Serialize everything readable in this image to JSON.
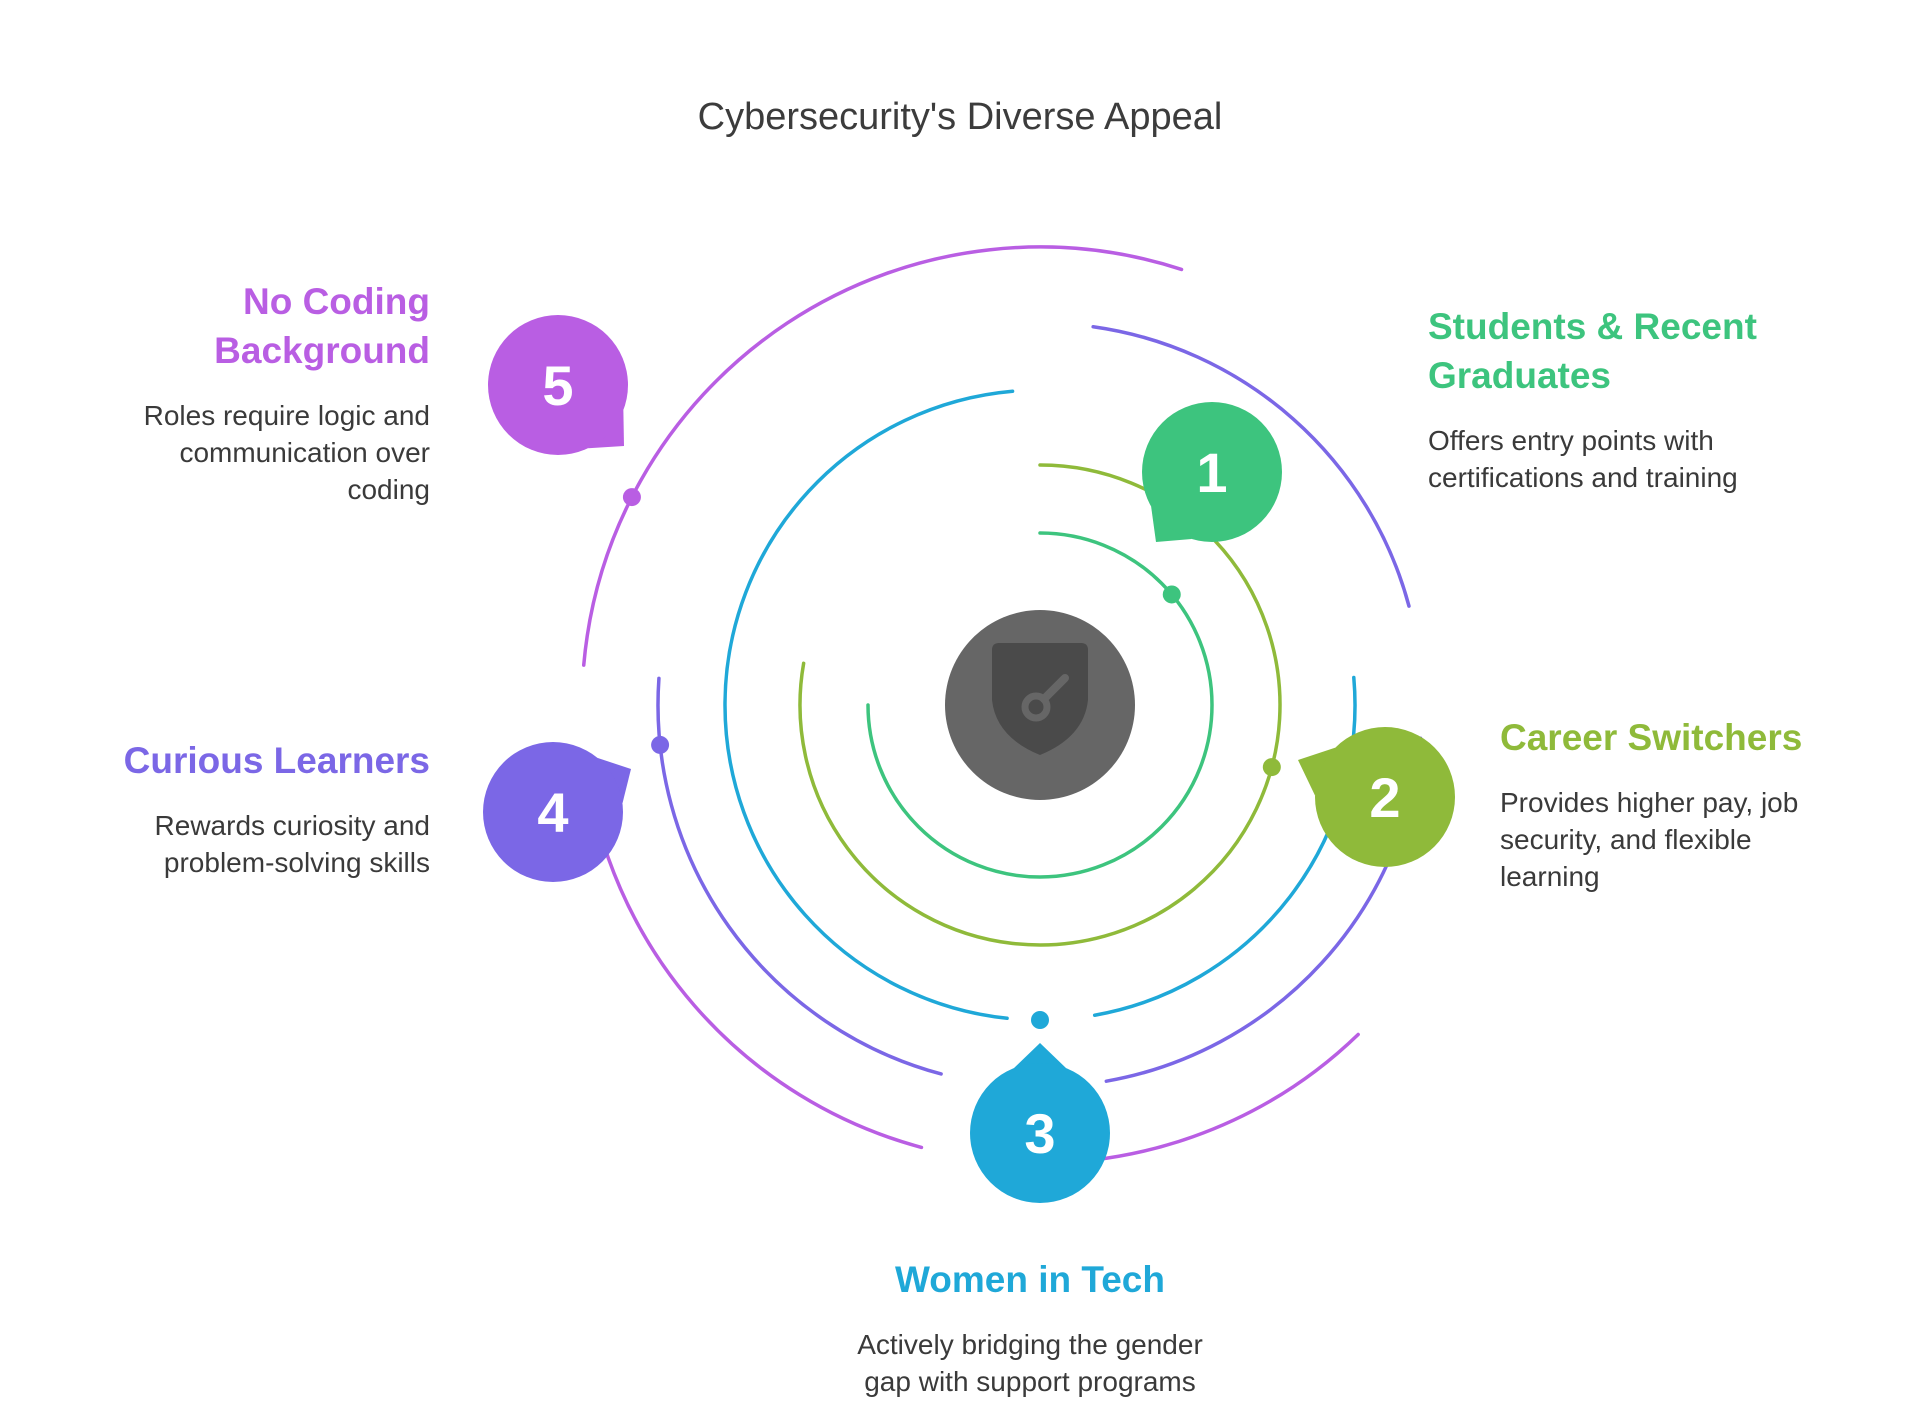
{
  "title": "Cybersecurity's Diverse Appeal",
  "center_icon": "shield-key-icon",
  "colors": {
    "hub": "#666666",
    "hub_icon": "#4a4a4a"
  },
  "items": [
    {
      "number": "1",
      "heading": "Students & Recent Graduates",
      "heading_lines": [
        "Students & Recent",
        "Graduates"
      ],
      "description_lines": [
        "Offers entry points with",
        "certifications and training"
      ],
      "color": "#3dc47e"
    },
    {
      "number": "2",
      "heading": "Career Switchers",
      "heading_lines": [
        "Career Switchers"
      ],
      "description_lines": [
        "Provides higher pay, job",
        "security, and flexible",
        "learning"
      ],
      "color": "#8fba3a"
    },
    {
      "number": "3",
      "heading": "Women in Tech",
      "heading_lines": [
        "Women in Tech"
      ],
      "description_lines": [
        "Actively bridging the gender",
        "gap with support programs"
      ],
      "color": "#1fa8d8"
    },
    {
      "number": "4",
      "heading": "Curious Learners",
      "heading_lines": [
        "Curious Learners"
      ],
      "description_lines": [
        "Rewards curiosity and",
        "problem-solving skills"
      ],
      "color": "#7b67e6"
    },
    {
      "number": "5",
      "heading": "No Coding Background",
      "heading_lines": [
        "No Coding",
        "Background"
      ],
      "description_lines": [
        "Roles require logic and",
        "communication over",
        "coding"
      ],
      "color": "#b95ee3"
    }
  ]
}
